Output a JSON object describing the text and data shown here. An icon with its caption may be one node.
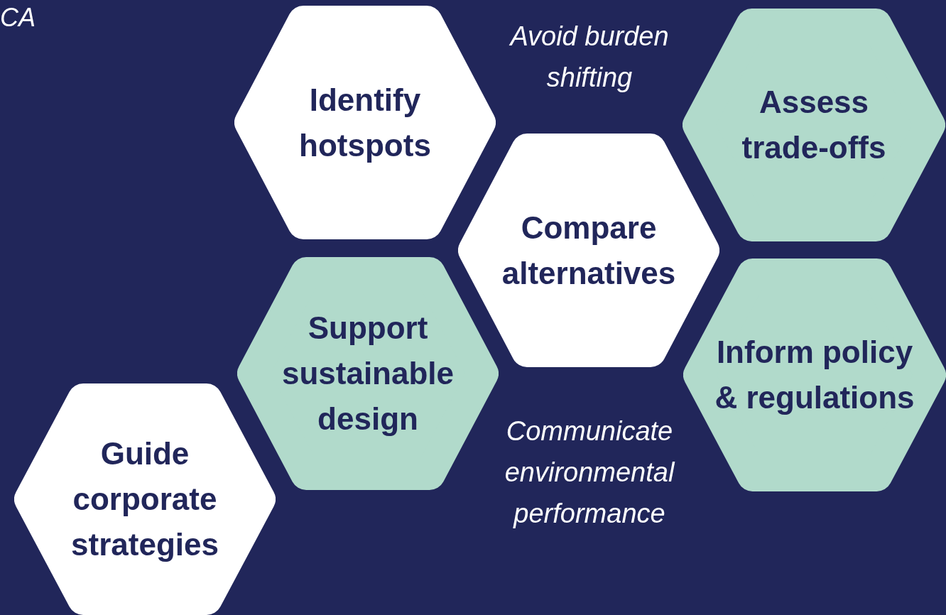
{
  "diagram": {
    "nodes": [
      {
        "text": [
          "Identify hotspots"
        ]
      },
      {
        "text": [
          "Assess trade-offs"
        ]
      },
      {
        "text": [
          "Compare alternatives"
        ]
      },
      {
        "text": [
          "Support sustainable design"
        ]
      },
      {
        "text": [
          "Inform policy & regulations"
        ]
      },
      {
        "text": [
          "Guide corporate strategies"
        ]
      }
    ],
    "edges": [],
    "labels": [
      "CA",
      "Avoid burden shifting",
      "Communicate environmental performance"
    ]
  }
}
